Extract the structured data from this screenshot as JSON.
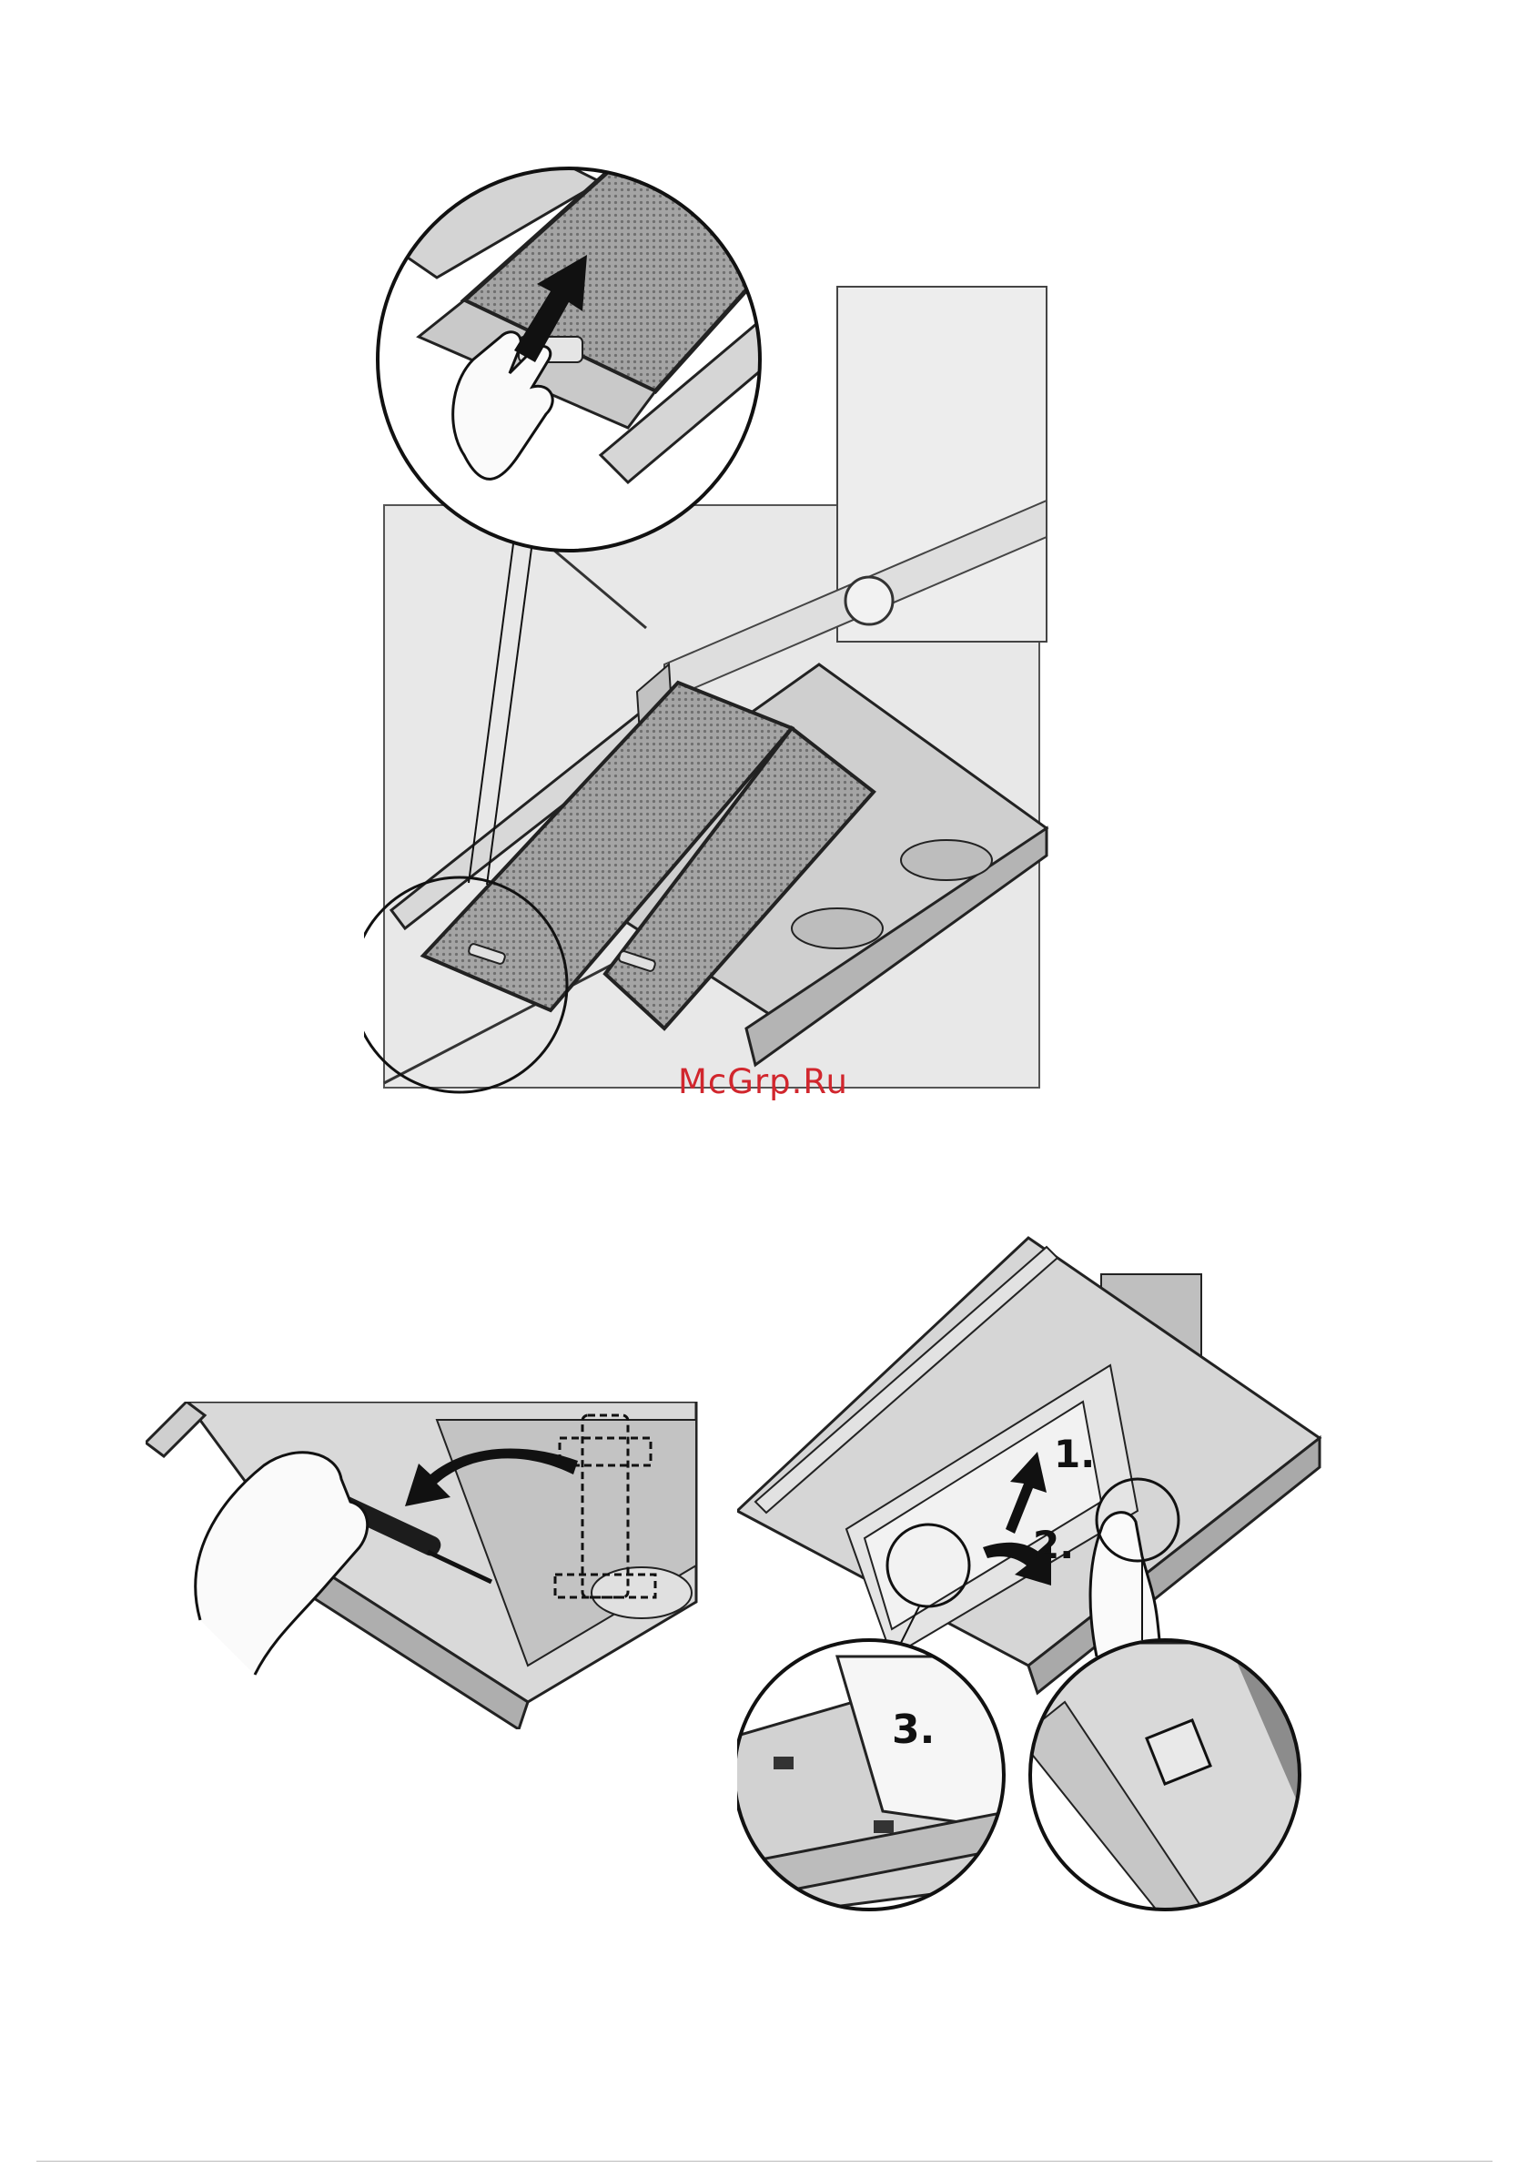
{
  "watermark": "McGrp.Ru",
  "steps": {
    "step1": "1.",
    "step2": "2.",
    "step3": "3."
  },
  "colors": {
    "watermark": "#d1262d",
    "panel": "#d8d8d8",
    "panel_light": "#e9e9e9",
    "panel_dark": "#9a9a9a",
    "mesh": "#8d8d8d",
    "line": "#2a2a2a",
    "arrow": "#111111"
  },
  "icons": [
    "arrow-up-icon",
    "arrow-curved-left-icon",
    "arrow-down-icon",
    "hand-icon",
    "screwdriver-icon"
  ]
}
